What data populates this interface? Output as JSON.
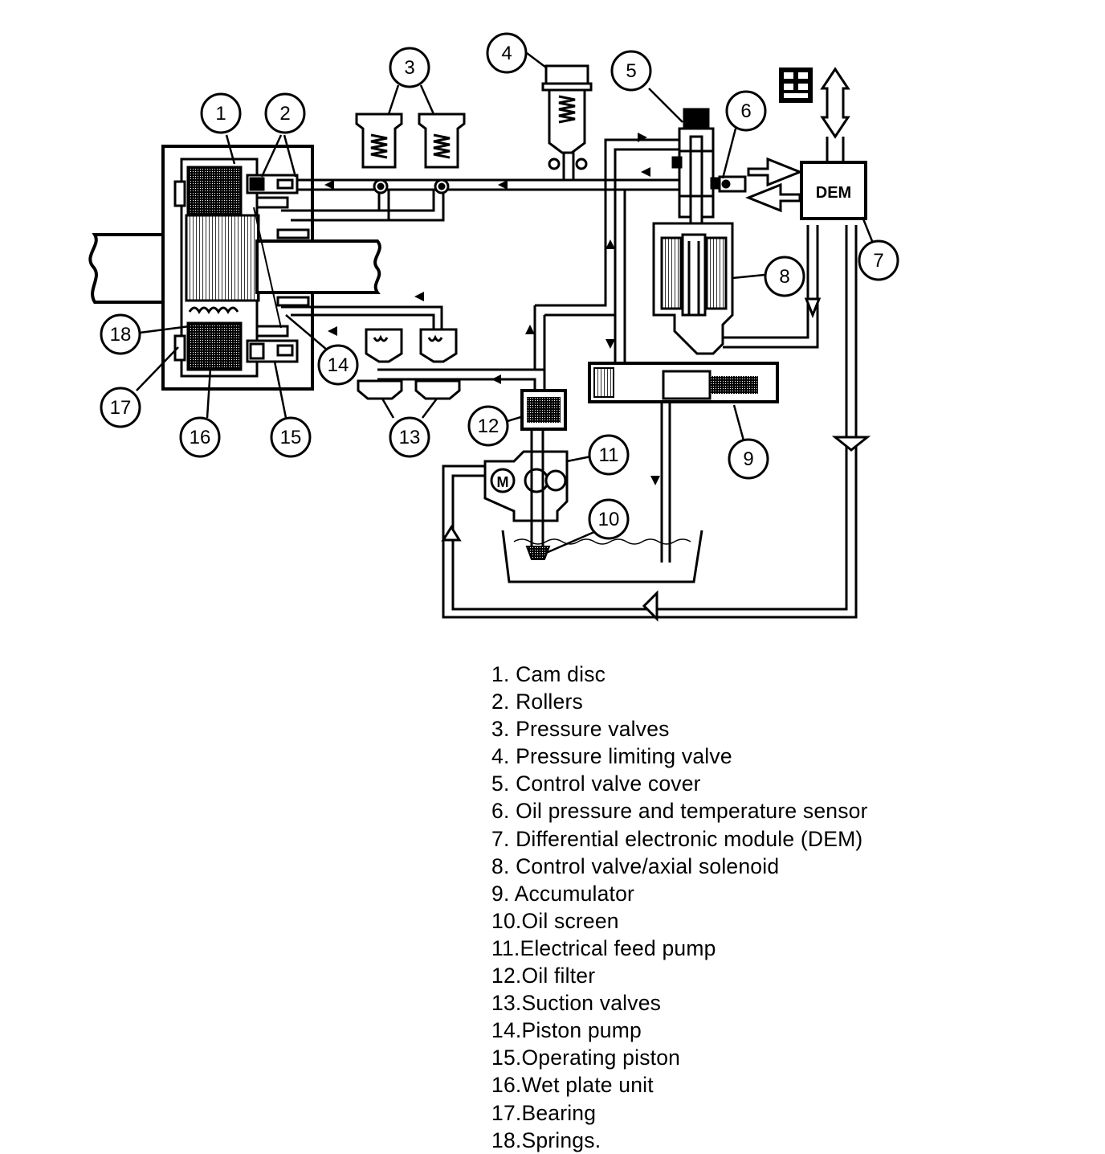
{
  "diagram": {
    "dem_label": "DEM",
    "callouts": [
      "1",
      "2",
      "3",
      "4",
      "5",
      "6",
      "7",
      "8",
      "9",
      "10",
      "11",
      "12",
      "13",
      "14",
      "15",
      "16",
      "17",
      "18"
    ],
    "motor_label": "M"
  },
  "legend": {
    "items": [
      "1. Cam disc",
      "2. Rollers",
      "3. Pressure valves",
      "4. Pressure limiting valve",
      "5. Control valve cover",
      "6. Oil pressure and temperature sensor",
      "7. Differential electronic module (DEM)",
      "8. Control valve/axial solenoid",
      "9. Accumulator",
      "10.Oil screen",
      "11.Electrical feed pump",
      "12.Oil filter",
      "13.Suction valves",
      "14.Piston pump",
      "15.Operating piston",
      "16.Wet plate unit",
      "17.Bearing",
      "18.Springs."
    ]
  }
}
